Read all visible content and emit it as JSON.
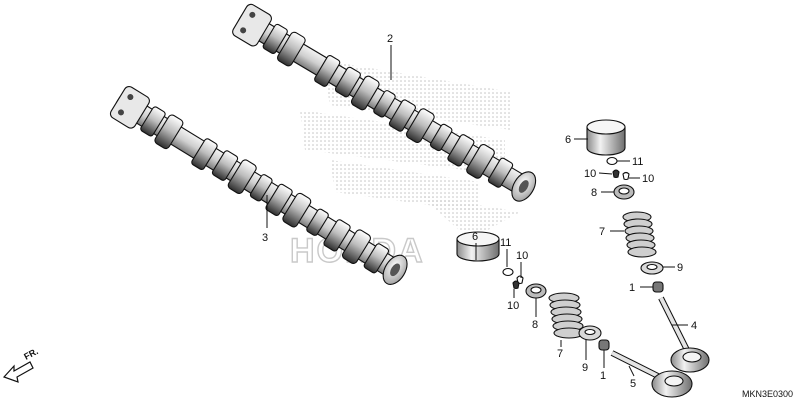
{
  "diagram": {
    "code": "MKN3E0300",
    "direction": "FR.",
    "callouts": {
      "cam_upper": "2",
      "cam_lower": "3",
      "lifter_right": "6",
      "cotter_right": "11",
      "keeper_r_left": "10",
      "keeper_r_right": "10",
      "retainer_right": "8",
      "spring_right": "7",
      "seat_right": "9",
      "seal_right": "1",
      "valve_right": "4",
      "lifter_left": "6",
      "cotter_left": "11",
      "keeper_l_top": "10",
      "keeper_l_bottom": "10",
      "retainer_left": "8",
      "spring_left": "7",
      "seat_left": "9",
      "seal_left": "1",
      "valve_left": "5"
    }
  }
}
